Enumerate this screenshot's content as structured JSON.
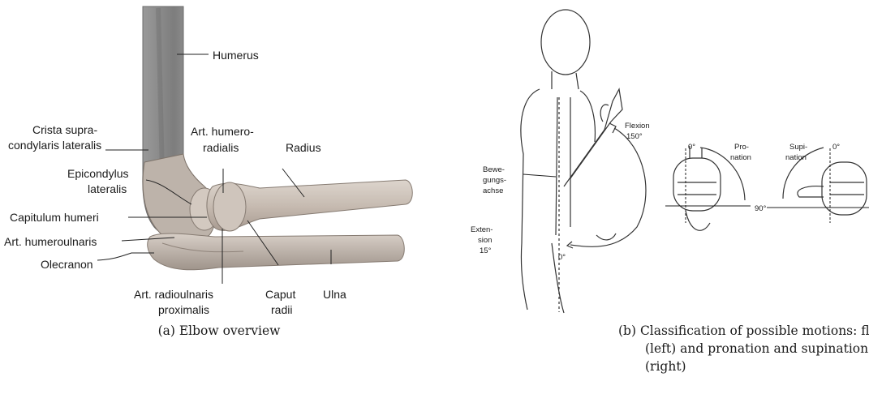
{
  "panel_a": {
    "labels": {
      "humerus": "Humerus",
      "crista_1": "Crista supra-",
      "crista_2": "condylaris lateralis",
      "art_hr_1": "Art. humero-",
      "art_hr_2": "radialis",
      "radius": "Radius",
      "epicondylus_1": "Epicondylus",
      "epicondylus_2": "lateralis",
      "capitulum": "Capitulum humeri",
      "art_hu": "Art. humeroulnaris",
      "olecranon": "Olecranon",
      "art_ru_1": "Art. radioulnaris",
      "art_ru_2": "proximalis",
      "caput_1": "Caput",
      "caput_2": "radii",
      "ulna": "Ulna"
    },
    "caption": "(a) Elbow overview"
  },
  "panel_b": {
    "labels": {
      "flexion_1": "Flexion",
      "flexion_2": "150°",
      "beweg_1": "Bewe-",
      "beweg_2": "gungs-",
      "beweg_3": "achse",
      "ext_1": "Exten-",
      "ext_2": "sion",
      "ext_3": "15°",
      "zero_body": "0°",
      "zero_left": "0°",
      "pro_1": "Pro-",
      "pro_2": "nation",
      "supi_1": "Supi-",
      "supi_2": "nation",
      "zero_right": "0°",
      "ninety": "90°"
    },
    "caption_lines": [
      "(b) Classification of possible motions: flexion",
      "(left) and pronation and supination",
      "(right)"
    ]
  },
  "watermark": "",
  "colors": {
    "bone": "#c9bfb6",
    "bone_shadow": "#9c8f86",
    "muscle": "#8e8e8e"
  }
}
